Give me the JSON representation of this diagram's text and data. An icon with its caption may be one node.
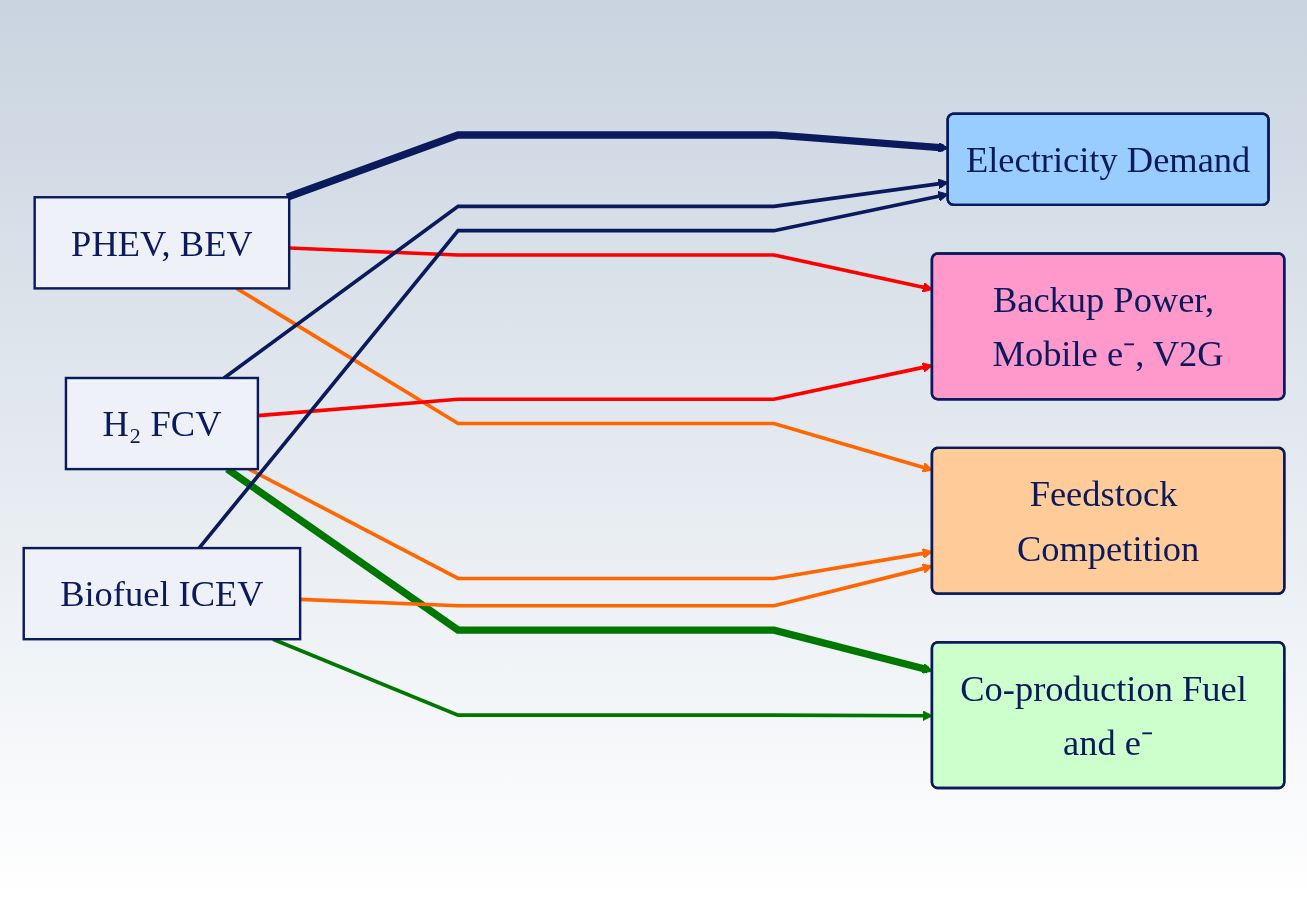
{
  "diagram": {
    "nodes": [
      {
        "text": [
          "PHEV, BEV"
        ]
      },
      {
        "text": [
          "H₂ FCV"
        ]
      },
      {
        "text": [
          "Biofuel ICEV"
        ]
      },
      {
        "text": [
          "Electricity Demand"
        ]
      },
      {
        "text": [
          "Backup Power, Mobile e⁻, V2G"
        ]
      },
      {
        "text": [
          "Co-production Fuel and e⁻"
        ]
      },
      {
        "text": [
          "Feedstock Competition"
        ]
      }
    ],
    "edges": [
      {
        "from": 0,
        "to": 3,
        "arrow": "to",
        "style": "thick",
        "color": "#0a1a5c"
      },
      {
        "from": 0,
        "to": 4,
        "arrow": "to",
        "color": "#ff0000"
      },
      {
        "from": 0,
        "to": 6,
        "arrow": "to",
        "color": "#ff6600"
      },
      {
        "from": 1,
        "to": 3,
        "arrow": "to",
        "color": "#0a1a5c"
      },
      {
        "from": 1,
        "to": 4,
        "arrow": "to",
        "color": "#ff0000"
      },
      {
        "from": 1,
        "to": 5,
        "arrow": "to",
        "style": "thick",
        "color": "#007700"
      },
      {
        "from": 1,
        "to": 6,
        "arrow": "to",
        "color": "#ff6600"
      },
      {
        "from": 2,
        "to": 3,
        "arrow": "to",
        "color": "#0a1a5c"
      },
      {
        "from": 2,
        "to": 5,
        "arrow": "to",
        "color": "#007700"
      },
      {
        "from": 2,
        "to": 6,
        "arrow": "to",
        "color": "#ff6600"
      }
    ]
  }
}
